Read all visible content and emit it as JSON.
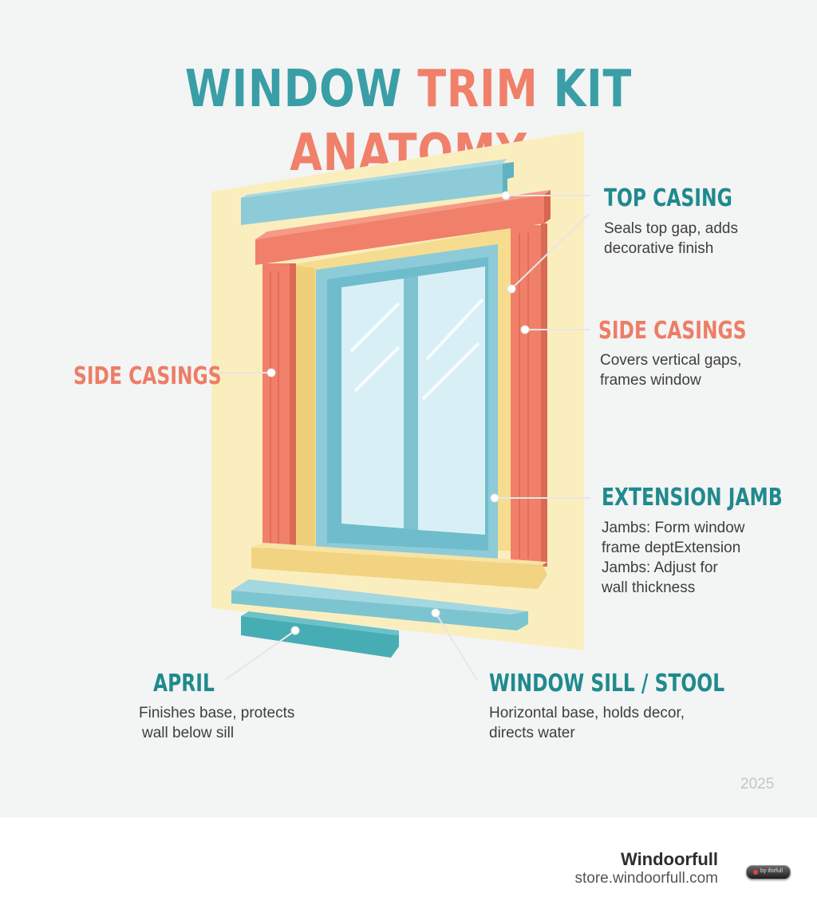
{
  "title": {
    "part1": "WINDOW",
    "part2": "TRIM",
    "part3": "KIT",
    "part4": "ANATOMY"
  },
  "colors": {
    "teal": "#3a9ea6",
    "coral": "#f0806a",
    "wall": "#fbeebe",
    "glass": "#d8f0f5"
  },
  "callouts": {
    "top_casing": {
      "label": "TOP CASING",
      "desc": [
        "Seals top gap, adds",
        "decorative finish"
      ]
    },
    "side_casings_right": {
      "label": "SIDE CASINGS",
      "desc": [
        "Covers vertical gaps,",
        "frames window"
      ]
    },
    "side_casings_left": {
      "label": "SIDE CASINGS"
    },
    "extension_jamb": {
      "label": "EXTENSION JAMB",
      "desc": [
        "Jambs: Form window",
        "frame deptExtension",
        "Jambs: Adjust for",
        "wall thickness"
      ]
    },
    "apron": {
      "label": "APRIL",
      "desc": [
        "Finishes base, protects",
        "wall below sill"
      ]
    },
    "sill": {
      "label": "WINDOW SILL / STOOL",
      "desc": [
        "Horizontal base, holds decor,",
        "directs water"
      ]
    }
  },
  "year": "2025",
  "footer": {
    "brand": "Windoorfull",
    "site": "store.windoorfull.com",
    "badge_text": "by iforfull"
  }
}
